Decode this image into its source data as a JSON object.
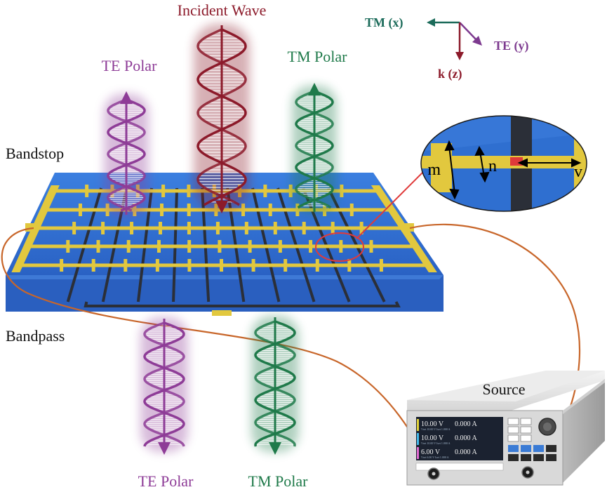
{
  "labels": {
    "incident_wave": "Incident Wave",
    "te_polar_top": "TE Polar",
    "tm_polar_top": "TM Polar",
    "te_polar_bottom": "TE Polar",
    "tm_polar_bottom": "TM Polar",
    "bandstop": "Bandstop",
    "bandpass": "Bandpass",
    "source": "Source"
  },
  "axes": {
    "tm": "TM (x)",
    "te": "TE (y)",
    "k": "k (z)"
  },
  "inset": {
    "m": "m",
    "n": "n",
    "v": "v"
  },
  "device_screen": {
    "rows": [
      {
        "voltage": "10.00",
        "v_unit": "V",
        "current": "0.000",
        "a_unit": "A",
        "sub": "Vset 10.00 V    Iset 1.000 A"
      },
      {
        "voltage": "10.00",
        "v_unit": "V",
        "current": "0.000",
        "a_unit": "A",
        "sub": "Vset 10.00 V    Iset 1.000 A"
      },
      {
        "voltage": "6.00",
        "v_unit": "V",
        "current": "0.000",
        "a_unit": "A",
        "sub": "Vset 6.00 V    Iset 1.000 A"
      }
    ]
  },
  "colors": {
    "incident": "#8c1a2a",
    "te": "#8e3c97",
    "tm": "#1f7a4a",
    "axis_tm": "#1b6b5a",
    "axis_te": "#7d3a8f",
    "axis_k": "#8c1a2a",
    "board": "#2f6fd0",
    "board_edge": "#1f58b0",
    "gold": "#e2c83e",
    "wire": "#c8662a",
    "highlight": "#e03a3a"
  }
}
